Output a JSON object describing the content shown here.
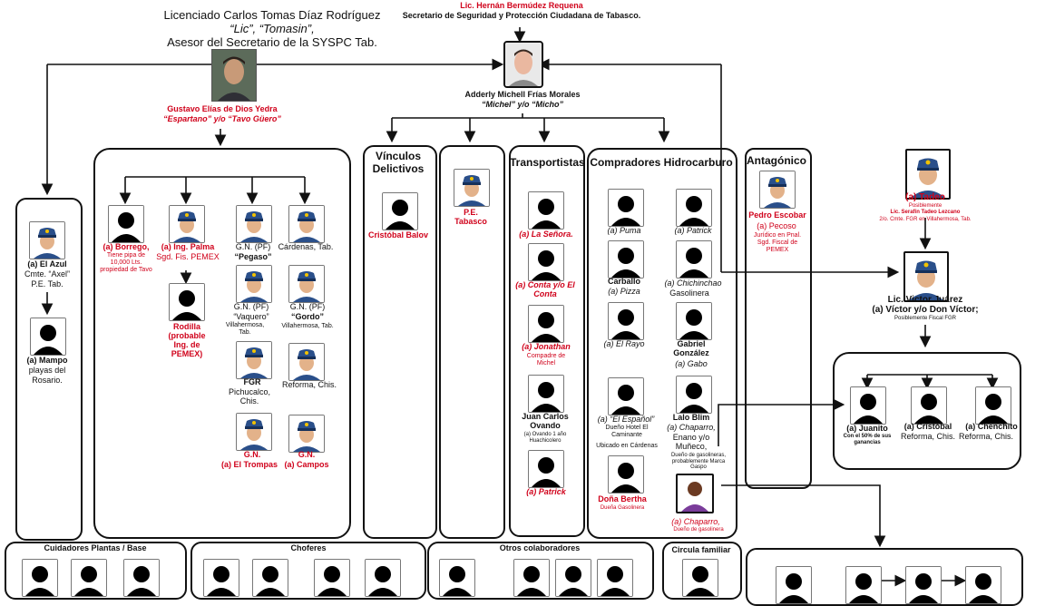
{
  "top": {
    "hernan_name": "Lic. Hernán Bermúdez Requena",
    "hernan_title": "Secretario de Seguridad y Protección Ciudadana de Tabasco.",
    "carlos_line1": "Licenciado Carlos Tomas Díaz Rodríguez",
    "carlos_line2": "“Lic”, “Tomasin”,",
    "carlos_line3": "Asesor del Secretario de la SYSPC Tab."
  },
  "gustavo": {
    "name": "Gustavo Elías de Dios Yedra",
    "alias": "“Espartano” y/o “Tavo Güero”"
  },
  "adderly": {
    "name": "Adderly Michell Frías Morales",
    "alias": "“Michel” y/o “Micho”"
  },
  "left_col": {
    "azul_l1": "(a) El Azul",
    "azul_l2": "Cmte. “Axel”",
    "azul_l3": "P.E. Tab.",
    "mampo_l1": "(a) Mampo",
    "mampo_l2": "playas del",
    "mampo_l3": "Rosario."
  },
  "tavo_group": {
    "borrego_name": "(a) Borrego,",
    "borrego_note": "Tiene pipa de 10,000 Lts. propiedad de Tavo",
    "palma_name": "(a) Ing. Palma",
    "palma_title": "Sgd. Fis. PEMEX",
    "rodilla": "Rodilla (probable Ing. de PEMEX)",
    "pegaso_l1": "G.N. (PF)",
    "pegaso_l2": "“Pegaso”",
    "cardenas": "Cárdenas, Tab.",
    "vaquero_l1": "G.N. (PF)",
    "vaquero_l2": "“Vaquero”",
    "vaquero_l3": "Villahermosa, Tab.",
    "gordo_l1": "G.N. (PF)",
    "gordo_l2": "“Gordo”",
    "gordo_l3": "Villahermosa, Tab.",
    "fgr_l1": "FGR",
    "fgr_l2": "Pichucalco, Chis.",
    "reforma": "Reforma, Chis.",
    "trompas_l1": "G.N.",
    "trompas_l2": "(a) El Trompas",
    "campos_l1": "G.N.",
    "campos_l2": "(a) Campos"
  },
  "vinculos": {
    "title": "Vínculos Delictivos",
    "person": "Cristóbal Balov"
  },
  "pe": {
    "label": "P.E. Tabasco"
  },
  "transportistas": {
    "title": "Transportistas",
    "senora": "(a) La Señora.",
    "conta": "(a) Conta y/o El Conta",
    "jonathan": "(a) Jonathan",
    "jonathan_note": "Compadre de Michel",
    "ovando": "Juan Carlos Ovando",
    "ovando_note": "(a) Ovando 1 año Huachicolero",
    "patrick": "(a) Patrick"
  },
  "compradores": {
    "title": "Compradores Hidrocarburo",
    "puma": "(a) Puma",
    "patrick": "(a) Patrick",
    "carballo_l1": "Carballo",
    "carballo_l2": "(a) Pizza",
    "chichinchao_l1": "(a) Chichinchao",
    "chichinchao_l2": "Gasolinera",
    "rayo": "(a) El Rayo",
    "gabriel_l1": "Gabriel González",
    "gabriel_l2": "(a) Gabo",
    "espanol_l1": "(a) “El Español”",
    "espanol_l2": "Dueño Hotel El Caminante",
    "espanol_l3": "Ubicado en Cárdenas",
    "lalo_l1": "Lalo Blim",
    "lalo_l2": "(a) Chaparro,",
    "lalo_l3": "Enano y/o Muñeco,",
    "lalo_note": "Dueño de gasolineras, probablemente Marca Gaspo",
    "bertha": "Doña Bertha",
    "bertha_note": "Dueña Gasolinera",
    "chaparro": "(a) Chaparro,",
    "chaparro_note": "Dueño de gasolinera"
  },
  "antagonico": {
    "title": "Antagónico",
    "pedro": "Pedro Escobar",
    "pedro_alias": "(a) Pecoso",
    "pedro_note": "Jurídico en Pnal. Sgd. Fiscal de PEMEX"
  },
  "right": {
    "tadeo": "(a) Tadeo",
    "tadeo_note1": "Posiblemente",
    "tadeo_note2": "Lic. Serafín Tadeo Lezcano",
    "tadeo_note3": "2/o. Cmte. FGR en Villahermosa, Tab.",
    "victor_l1": "Lic. Victor Juárez",
    "victor_l2": "(a) Víctor y/o Don Víctor;",
    "victor_note": "Posiblemente Fiscal FGR",
    "juanito": "(a) Juanito",
    "juanito_note": "Con el 50% de sus ganancias",
    "cristobal_l1": "(a) Cristóbal",
    "cristobal_l2": "Reforma, Chis.",
    "chenchito_l1": "(a) Chenchito",
    "chenchito_l2": "Reforma, Chis."
  },
  "bottom": {
    "cuidadores": "Cuidadores Plantas / Base",
    "choferes": "Choferes",
    "otros": "Otros colaboradores",
    "circula": "Circula familiar"
  },
  "icons": {
    "police": "police-officer-icon",
    "silhouette": "person-silhouette-icon",
    "photo": "portrait-photo"
  },
  "colors": {
    "accent_red": "#d0021b",
    "police_blue": "#2a4f8a"
  }
}
